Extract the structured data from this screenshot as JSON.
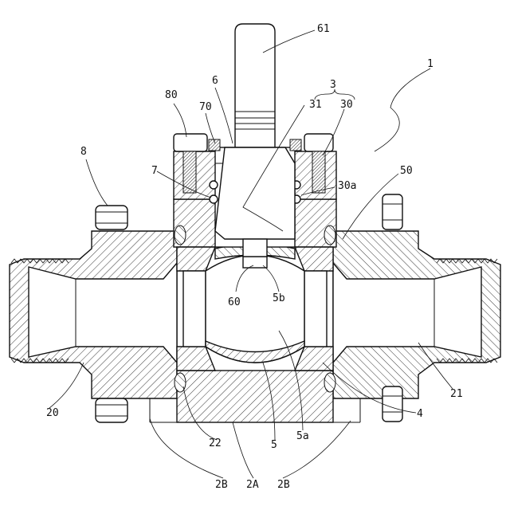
{
  "labels": {
    "l1": "1",
    "l3": "3",
    "l6": "6",
    "l61": "61",
    "l80": "80",
    "l70": "70",
    "l31": "31",
    "l30": "30",
    "l8": "8",
    "l7": "7",
    "l30a": "30a",
    "l50": "50",
    "l60": "60",
    "l5b": "5b",
    "l20": "20",
    "l21": "21",
    "l22": "22",
    "l4": "4",
    "l5a": "5a",
    "l5": "5",
    "l2B_left": "2B",
    "l2A": "2A",
    "l2B_right": "2B"
  }
}
